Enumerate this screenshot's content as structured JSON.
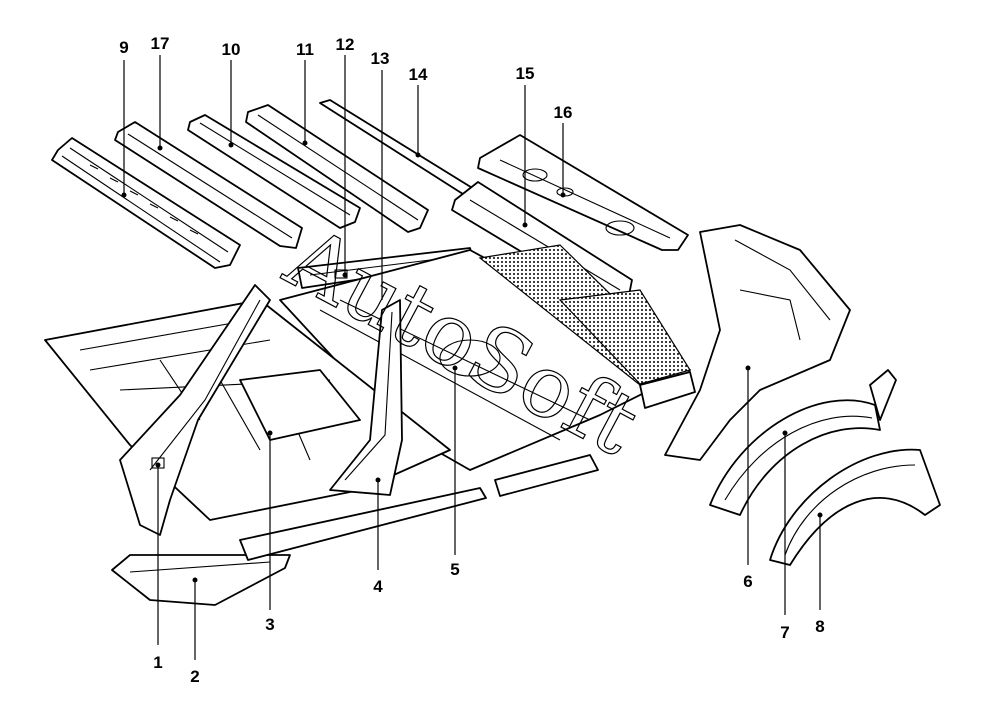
{
  "diagram": {
    "watermark": "AutoSoft",
    "callouts": [
      "1",
      "2",
      "3",
      "4",
      "5",
      "6",
      "7",
      "8",
      "9",
      "10",
      "11",
      "12",
      "13",
      "14",
      "15",
      "16",
      "17"
    ]
  }
}
